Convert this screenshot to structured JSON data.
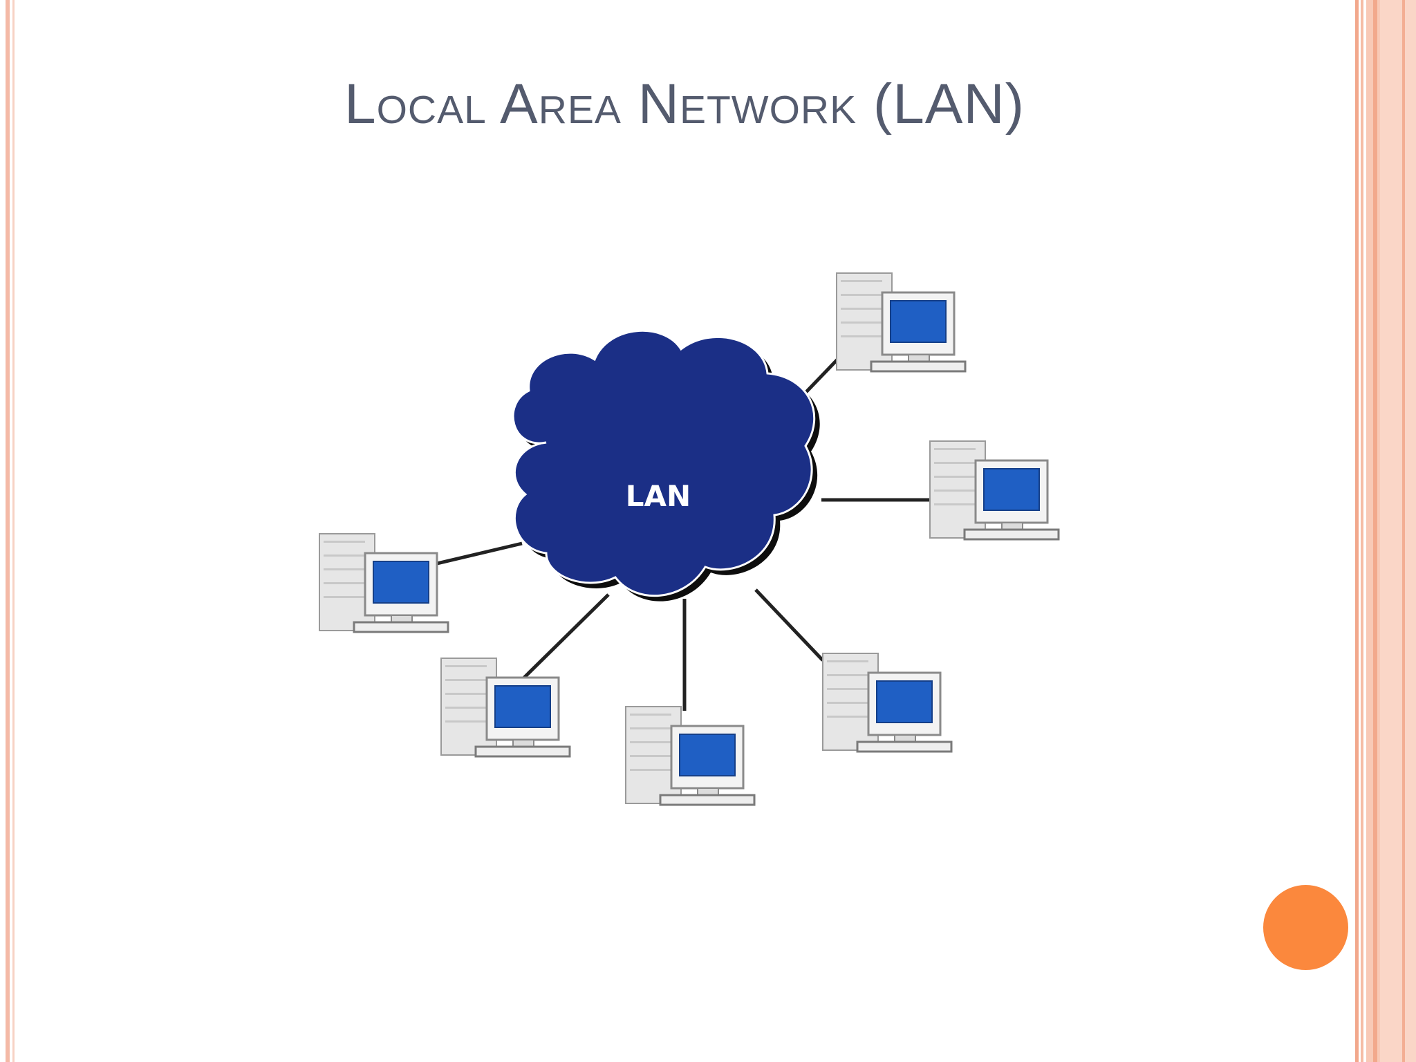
{
  "slide": {
    "title": "Local Area Network (LAN)"
  },
  "diagram": {
    "cloud_label": "LAN",
    "computers": [
      "computer-top-right",
      "computer-right",
      "computer-bottom-right",
      "computer-bottom-center",
      "computer-bottom-left",
      "computer-left"
    ]
  },
  "colors": {
    "title": "#545b6e",
    "cloud_fill": "#1b2f86",
    "screen": "#1f5fc4",
    "accent_dot": "#fb883d",
    "frame": "#f4b9a6"
  },
  "icons": {
    "cloud": "network-cloud-icon",
    "computer": "desktop-computer-icon",
    "dot": "orange-circle-decoration"
  }
}
